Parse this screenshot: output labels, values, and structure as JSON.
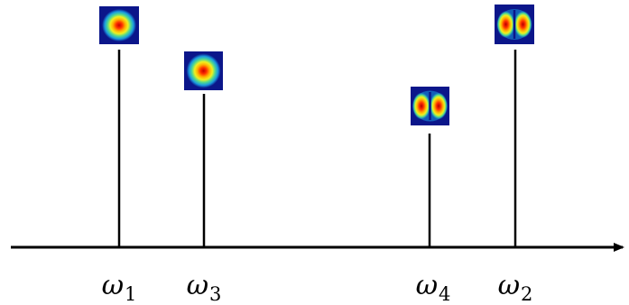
{
  "diagram": {
    "axis": {
      "color": "#000000"
    },
    "modes": [
      {
        "id": "m1",
        "symbol": "ω",
        "subscript": "1",
        "icon": "fundamental-mode-icon",
        "pattern": "single-lobe"
      },
      {
        "id": "m3",
        "symbol": "ω",
        "subscript": "3",
        "icon": "fundamental-mode-icon",
        "pattern": "single-lobe"
      },
      {
        "id": "m4",
        "symbol": "ω",
        "subscript": "4",
        "icon": "two-lobe-mode-icon",
        "pattern": "two-lobe"
      },
      {
        "id": "m2",
        "symbol": "ω",
        "subscript": "2",
        "icon": "two-lobe-mode-icon",
        "pattern": "two-lobe"
      }
    ],
    "colormap": {
      "background": "#0b168a",
      "stops": [
        "#c80000",
        "#ff5000",
        "#ffd000",
        "#60e060",
        "#20b0e0",
        "#0b168a"
      ]
    }
  }
}
